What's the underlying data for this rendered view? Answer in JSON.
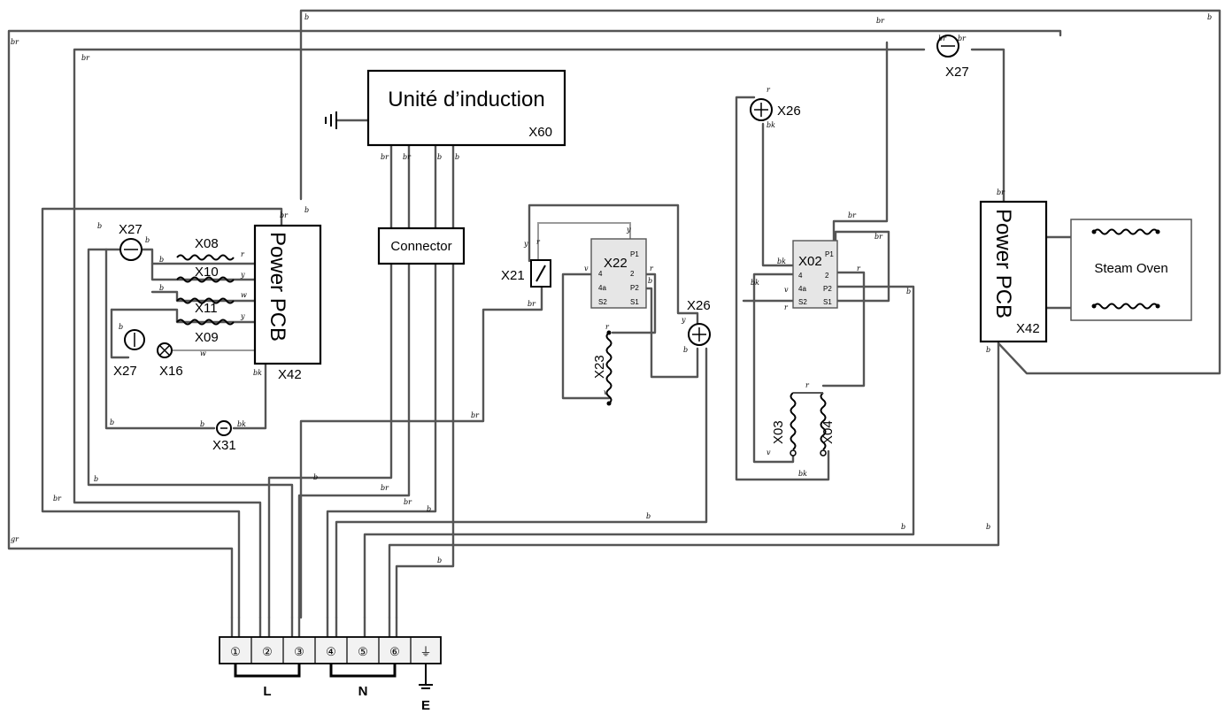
{
  "induction_unit": {
    "title": "Unité d’induction",
    "ref": "X60"
  },
  "connector_label": "Connector",
  "power_pcb_left": {
    "title": "Power PCB",
    "ref": "X42"
  },
  "power_pcb_right": {
    "title": "Power PCB",
    "ref": "X42"
  },
  "steam_oven_label": "Steam Oven",
  "components": {
    "x27_left": "X27",
    "x27_lower": "X27",
    "x27_top": "X27",
    "x08": "X08",
    "x10": "X10",
    "x11": "X11",
    "x09": "X09",
    "x16": "X16",
    "x31": "X31",
    "x21": "X21",
    "x22": "X22",
    "x23": "X23",
    "x26_mid": "X26",
    "x26_top": "X26",
    "x02": "X02",
    "x03": "X03",
    "x04": "X04"
  },
  "relay_pins": {
    "p1": "P1",
    "p4": "4",
    "p4a": "4a",
    "ps2": "S2",
    "p2": "2",
    "p2s": "P2",
    "ps1": "S1"
  },
  "terminal_block": {
    "terminals": [
      "①",
      "②",
      "③",
      "④",
      "⑤",
      "⑥"
    ],
    "ground_symbol": "⏚",
    "groups": {
      "L": "L",
      "N": "N",
      "E": "E"
    }
  },
  "wire_codes": {
    "b": "b",
    "br": "br",
    "bk": "bk",
    "r": "r",
    "y": "y",
    "w": "w",
    "v": "v",
    "gr": "gr"
  },
  "colors": {
    "wire": "#555555",
    "outline": "#000000",
    "relay_fill": "#e6e6e6",
    "light_wire": "#9a9a9a"
  }
}
